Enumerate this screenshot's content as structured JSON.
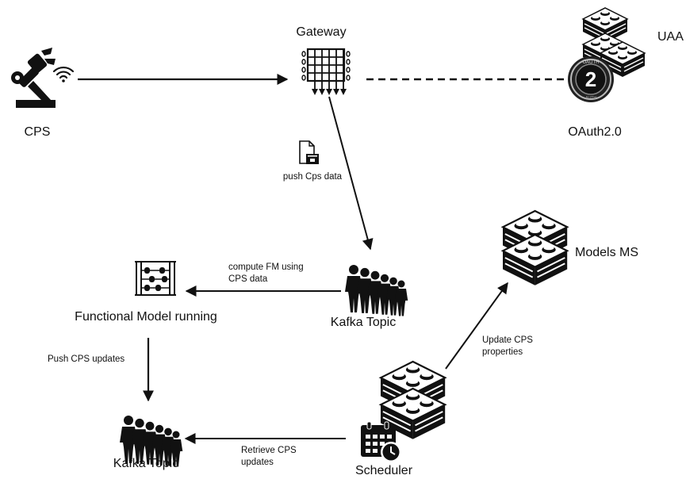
{
  "nodes": {
    "cps": "CPS",
    "gateway": "Gateway",
    "uaa": "UAA",
    "oauth": "OAuth2.0",
    "oauth_badge_top": "OAUTH",
    "oauth_badge_bottom": "AUTH",
    "oauth_badge_digit": "2",
    "models_ms": "Models MS",
    "functional_model": "Functional Model running",
    "kafka_topic_1": "Kafka Topic",
    "kafka_topic_2": "Kafka Topic",
    "scheduler": "Scheduler"
  },
  "edges": {
    "push_cps_data": "push Cps data",
    "compute_fm": "compute FM using CPS data",
    "push_cps_updates": "Push CPS updates",
    "update_cps_properties": "Update CPS properties",
    "retrieve_cps_updates": "Retrieve CPS updates"
  },
  "colors": {
    "ink": "#111111",
    "white": "#ffffff"
  },
  "icons": [
    "robot-arm-icon",
    "wifi-icon",
    "gateway-grid-icon",
    "lego-brick-stack-icon",
    "oauth-icon",
    "document-icon",
    "abacus-icon",
    "people-group-icon",
    "calendar-clock-icon"
  ]
}
